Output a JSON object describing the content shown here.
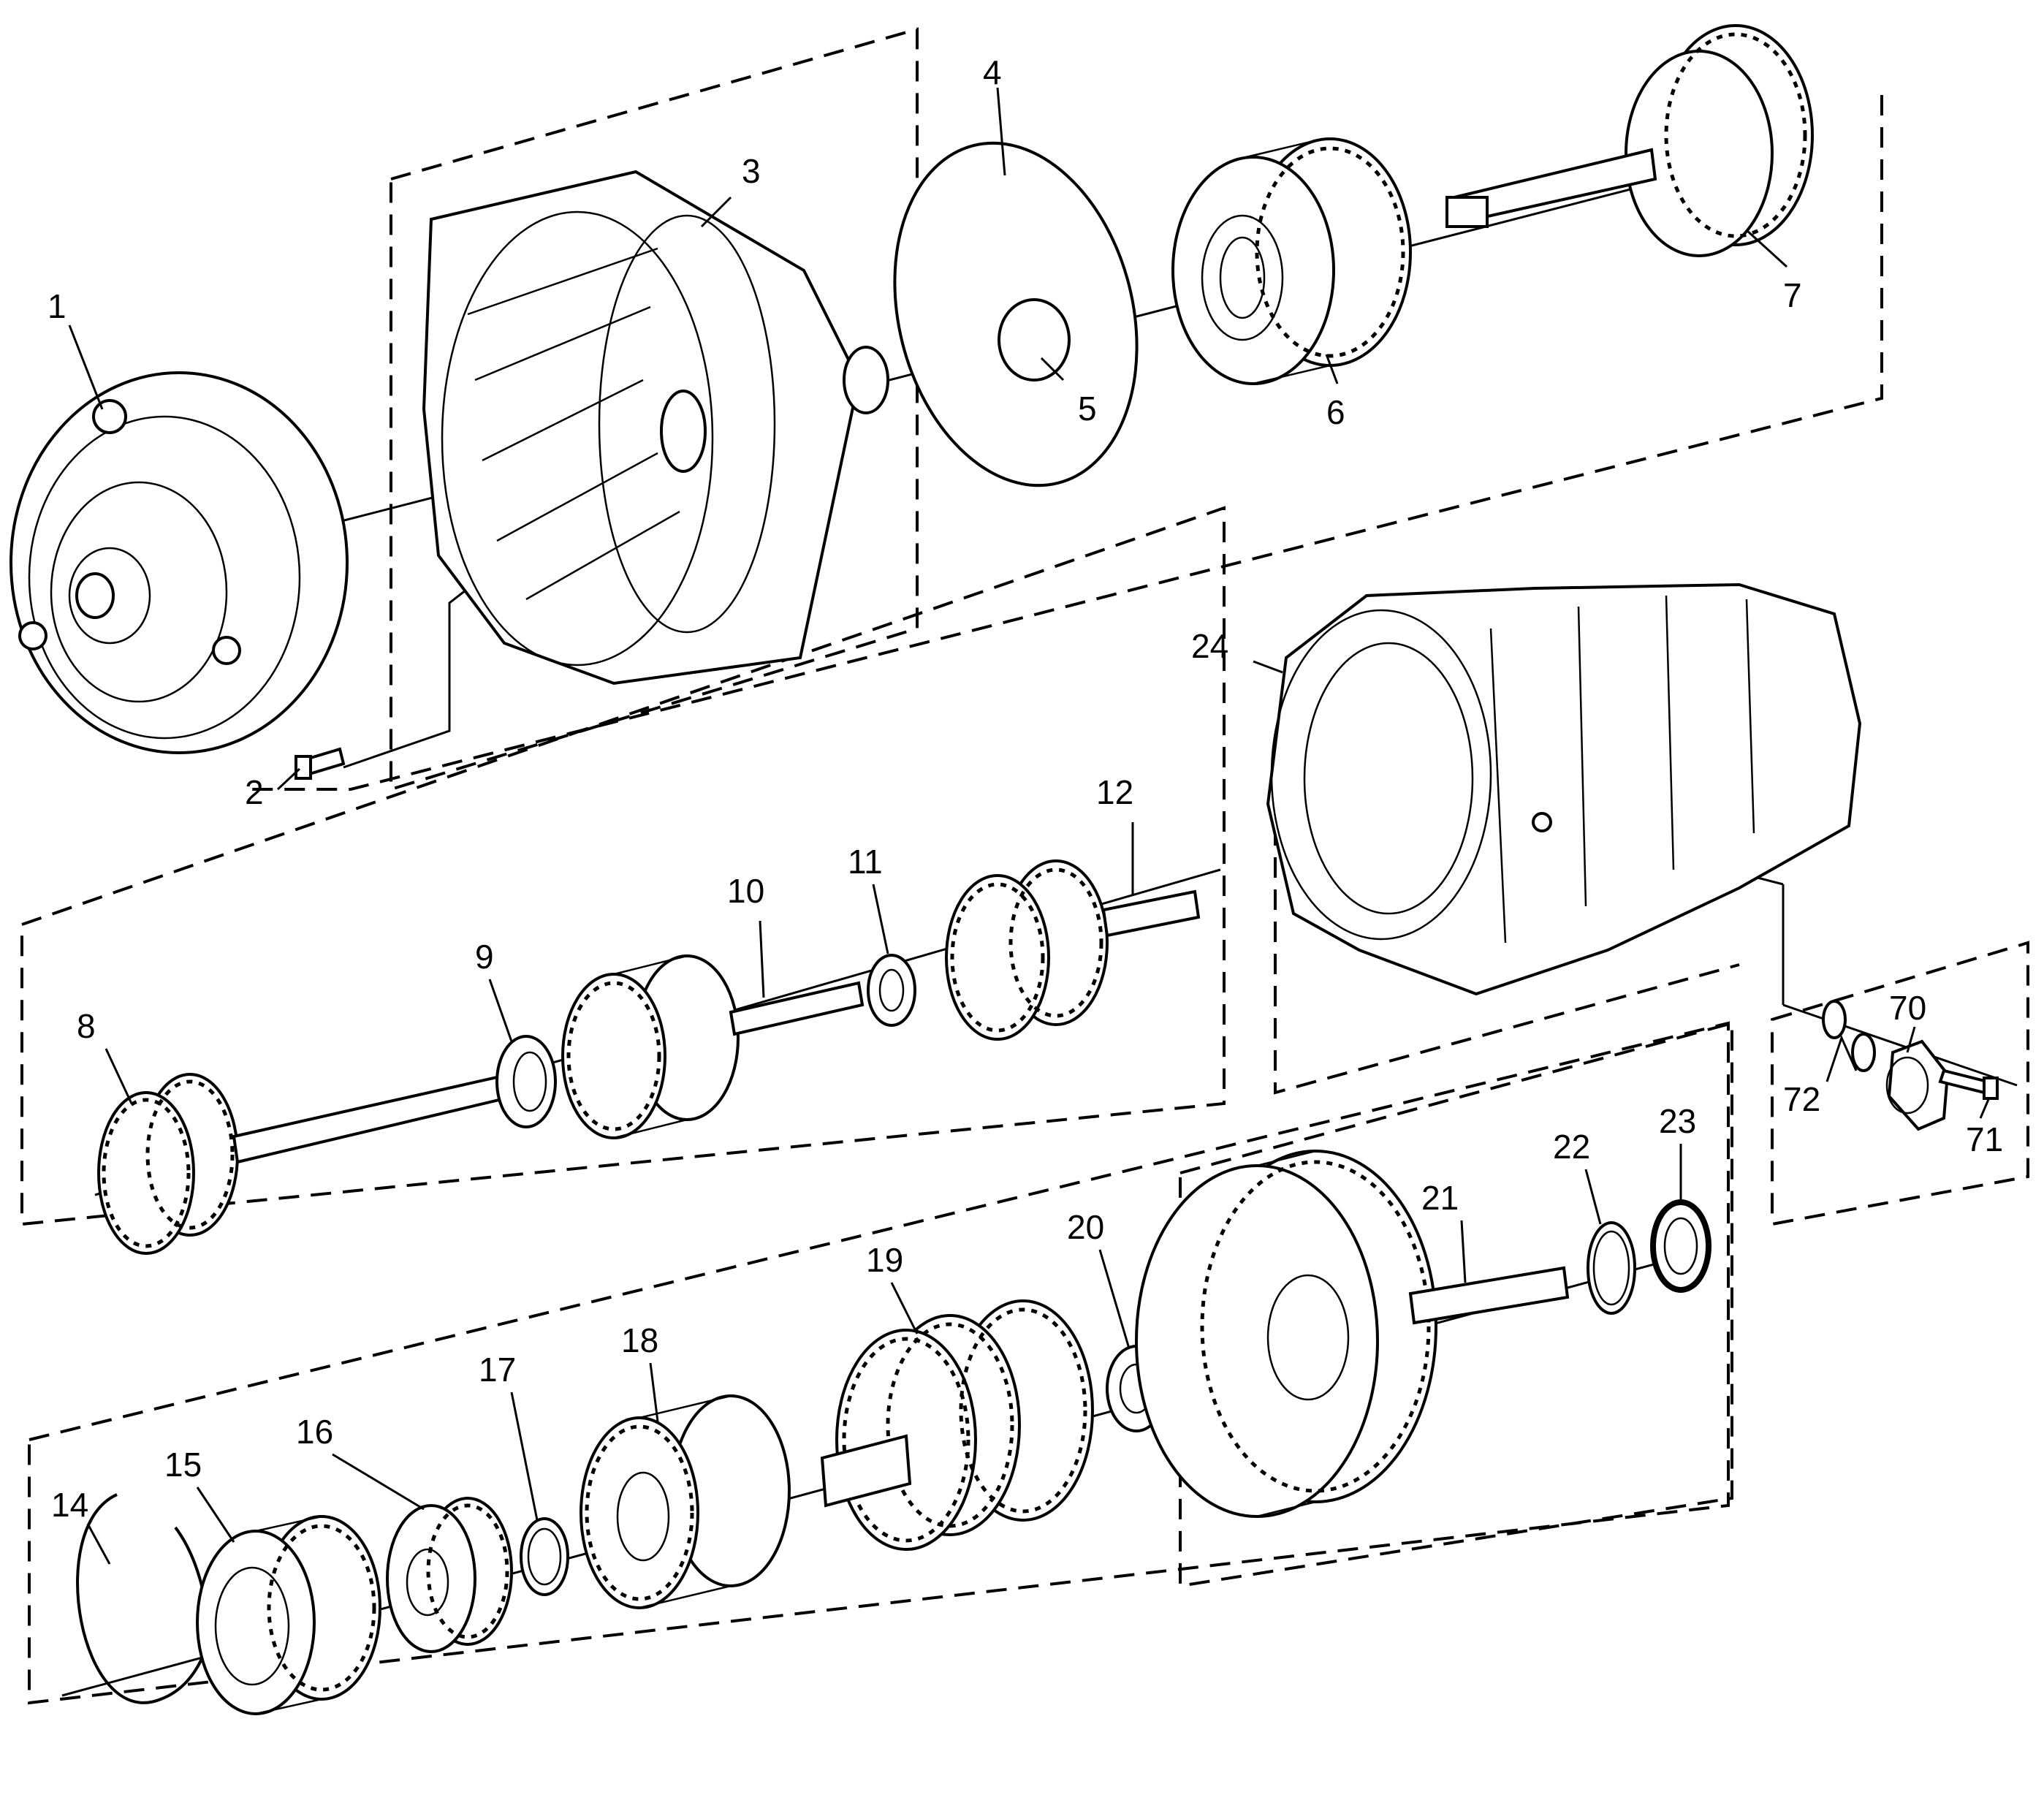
{
  "callouts": [
    {
      "id": "1",
      "label": "1"
    },
    {
      "id": "2",
      "label": "2"
    },
    {
      "id": "3",
      "label": "3"
    },
    {
      "id": "4",
      "label": "4"
    },
    {
      "id": "5",
      "label": "5"
    },
    {
      "id": "6",
      "label": "6"
    },
    {
      "id": "7",
      "label": "7"
    },
    {
      "id": "8",
      "label": "8"
    },
    {
      "id": "9",
      "label": "9"
    },
    {
      "id": "10",
      "label": "10"
    },
    {
      "id": "11",
      "label": "11"
    },
    {
      "id": "12",
      "label": "12"
    },
    {
      "id": "14",
      "label": "14"
    },
    {
      "id": "15",
      "label": "15"
    },
    {
      "id": "16",
      "label": "16"
    },
    {
      "id": "17",
      "label": "17"
    },
    {
      "id": "18",
      "label": "18"
    },
    {
      "id": "19",
      "label": "19"
    },
    {
      "id": "20",
      "label": "20"
    },
    {
      "id": "21",
      "label": "21"
    },
    {
      "id": "22",
      "label": "22"
    },
    {
      "id": "23",
      "label": "23"
    },
    {
      "id": "24",
      "label": "24"
    },
    {
      "id": "70",
      "label": "70"
    },
    {
      "id": "71",
      "label": "71"
    },
    {
      "id": "72",
      "label": "72"
    }
  ]
}
